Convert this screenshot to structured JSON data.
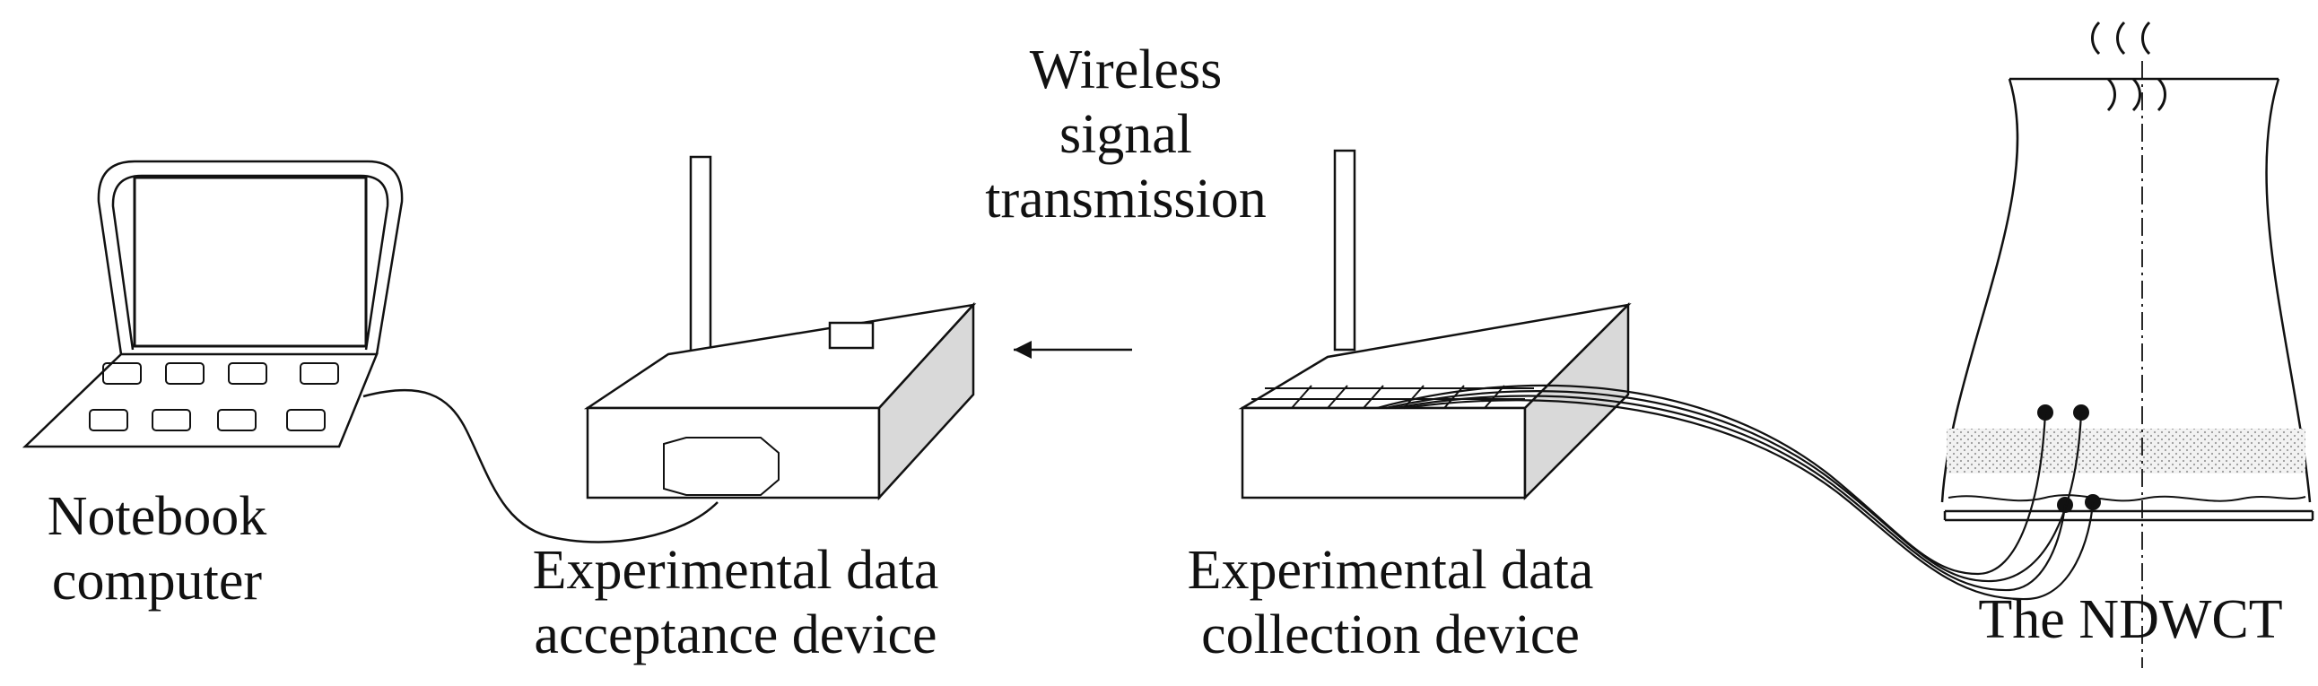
{
  "labels": {
    "notebook": [
      "Notebook",
      "computer"
    ],
    "acceptance": [
      "Experimental data",
      "acceptance device"
    ],
    "wireless": [
      "Wireless",
      "signal",
      "transmission"
    ],
    "collection": [
      "Experimental data",
      "collection device"
    ],
    "tower": [
      "The NDWCT"
    ]
  },
  "colors": {
    "stroke": "#111111",
    "panel_gray": "#d9d9d9",
    "fill_dots": "#b0b0b0"
  }
}
